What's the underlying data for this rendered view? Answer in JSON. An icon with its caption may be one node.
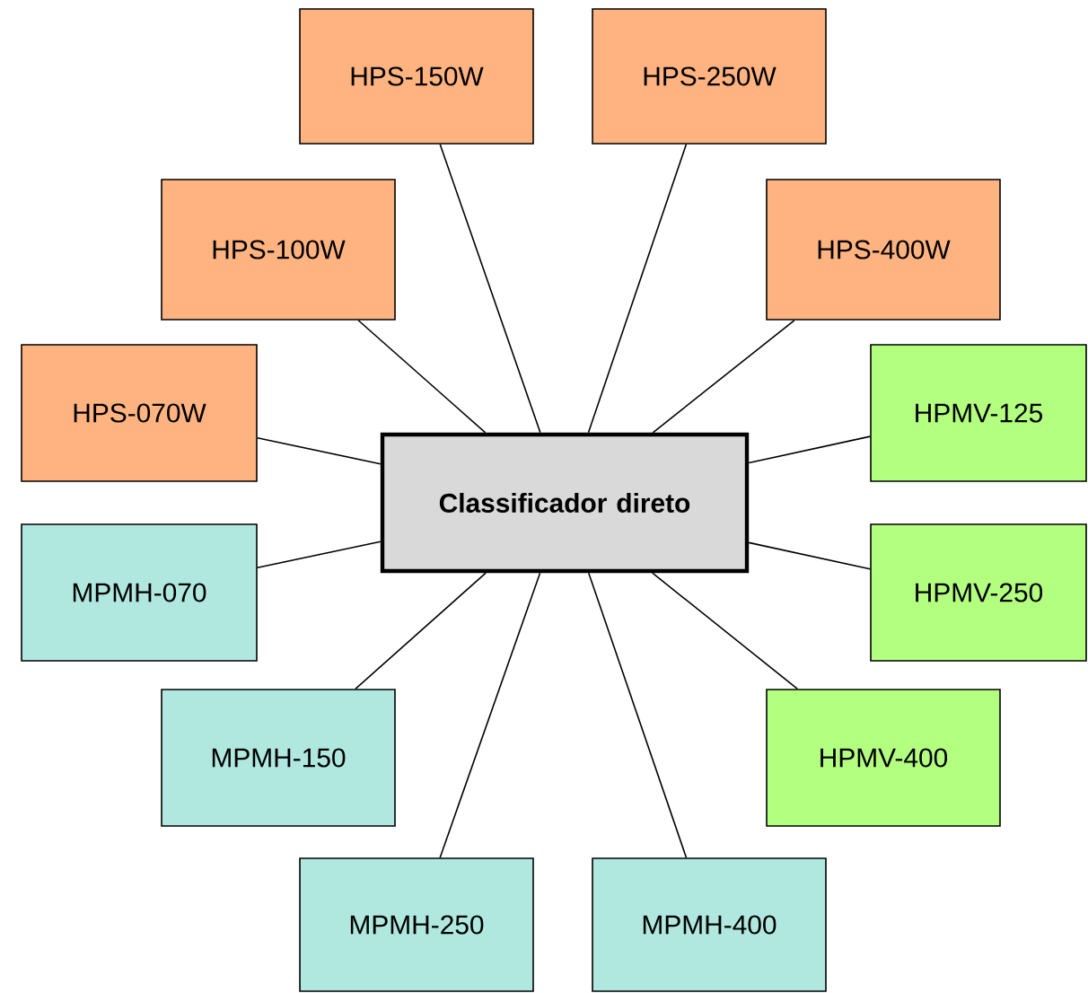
{
  "diagram": {
    "nodes": [
      {
        "text": [
          "Classificador direto"
        ]
      },
      {
        "text": [
          "HPS-150W"
        ]
      },
      {
        "text": [
          "HPS-250W"
        ]
      },
      {
        "text": [
          "HPS-100W"
        ]
      },
      {
        "text": [
          "HPS-400W"
        ]
      },
      {
        "text": [
          "HPS-070W"
        ]
      },
      {
        "text": [
          "HPMV-125"
        ]
      },
      {
        "text": [
          "MPMH-070"
        ]
      },
      {
        "text": [
          "HPMV-250"
        ]
      },
      {
        "text": [
          "MPMH-150"
        ]
      },
      {
        "text": [
          "HPMV-400"
        ]
      },
      {
        "text": [
          "MPMH-250"
        ]
      },
      {
        "text": [
          "MPMH-400"
        ]
      }
    ],
    "edges": [
      {
        "from": 0,
        "to": 1,
        "arrow": "none"
      },
      {
        "from": 0,
        "to": 2,
        "arrow": "none"
      },
      {
        "from": 0,
        "to": 3,
        "arrow": "none"
      },
      {
        "from": 0,
        "to": 4,
        "arrow": "none"
      },
      {
        "from": 0,
        "to": 5,
        "arrow": "none"
      },
      {
        "from": 0,
        "to": 6,
        "arrow": "none"
      },
      {
        "from": 0,
        "to": 7,
        "arrow": "none"
      },
      {
        "from": 0,
        "to": 8,
        "arrow": "none"
      },
      {
        "from": 0,
        "to": 9,
        "arrow": "none"
      },
      {
        "from": 0,
        "to": 10,
        "arrow": "none"
      },
      {
        "from": 0,
        "to": 11,
        "arrow": "none"
      },
      {
        "from": 0,
        "to": 12,
        "arrow": "none"
      }
    ]
  }
}
